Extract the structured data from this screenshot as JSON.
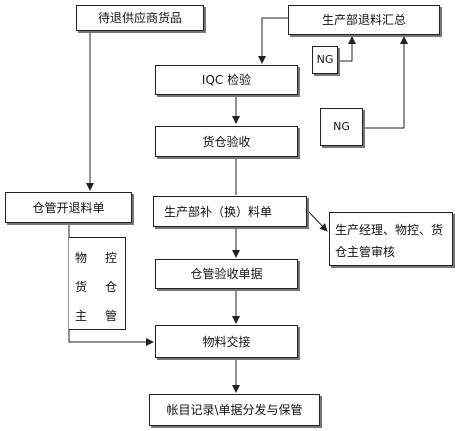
{
  "nodes": {
    "pending_return": "待退供应商货品",
    "prod_return_summary": "生产部退料汇总",
    "iqc": "IQC 检验",
    "ng_top": "NG",
    "ng_mid": "NG",
    "receive": "货仓验收",
    "warehouse_return": "仓管开退料单",
    "prod_supplement": "生产部补（换）料单",
    "approvers_line1": "生产经理、物控、货",
    "approvers_line2": "仓主管审核",
    "accept_doc": "仓管验收单据",
    "handover": "物料交接",
    "records": "帐目记录\\单据分发与保管"
  },
  "signers": {
    "col1": [
      "物",
      "货",
      "主"
    ],
    "col2": [
      "控",
      "仓",
      "管"
    ]
  }
}
